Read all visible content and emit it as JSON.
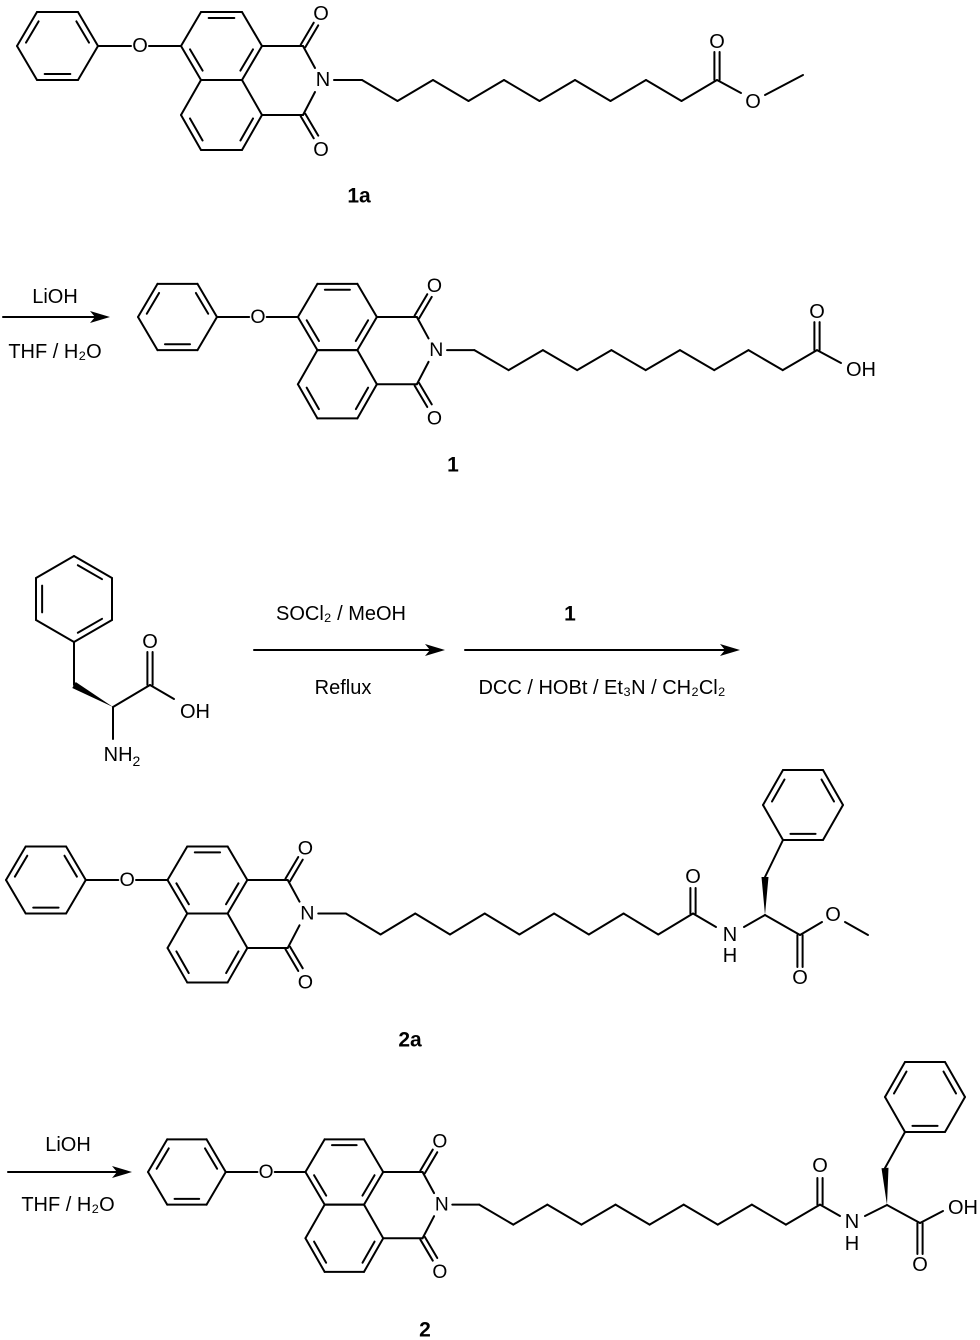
{
  "atoms": {
    "O": "O",
    "N": "N",
    "H": "H",
    "OH": "OH",
    "NH": "NH",
    "sub2": "2"
  },
  "compounds": {
    "c1a": "1a",
    "c1": "1",
    "c2a": "2a",
    "c2": "2"
  },
  "reactions": {
    "step1": {
      "above": "LiOH",
      "below": "THF / H₂O"
    },
    "step2": {
      "above": "SOCl₂ / MeOH",
      "below": "Reflux"
    },
    "step3": {
      "above": "1",
      "below": "DCC / HOBt / Et₃N / CH₂Cl₂"
    },
    "step4": {
      "above": "LiOH",
      "below": "THF / H₂O"
    }
  }
}
